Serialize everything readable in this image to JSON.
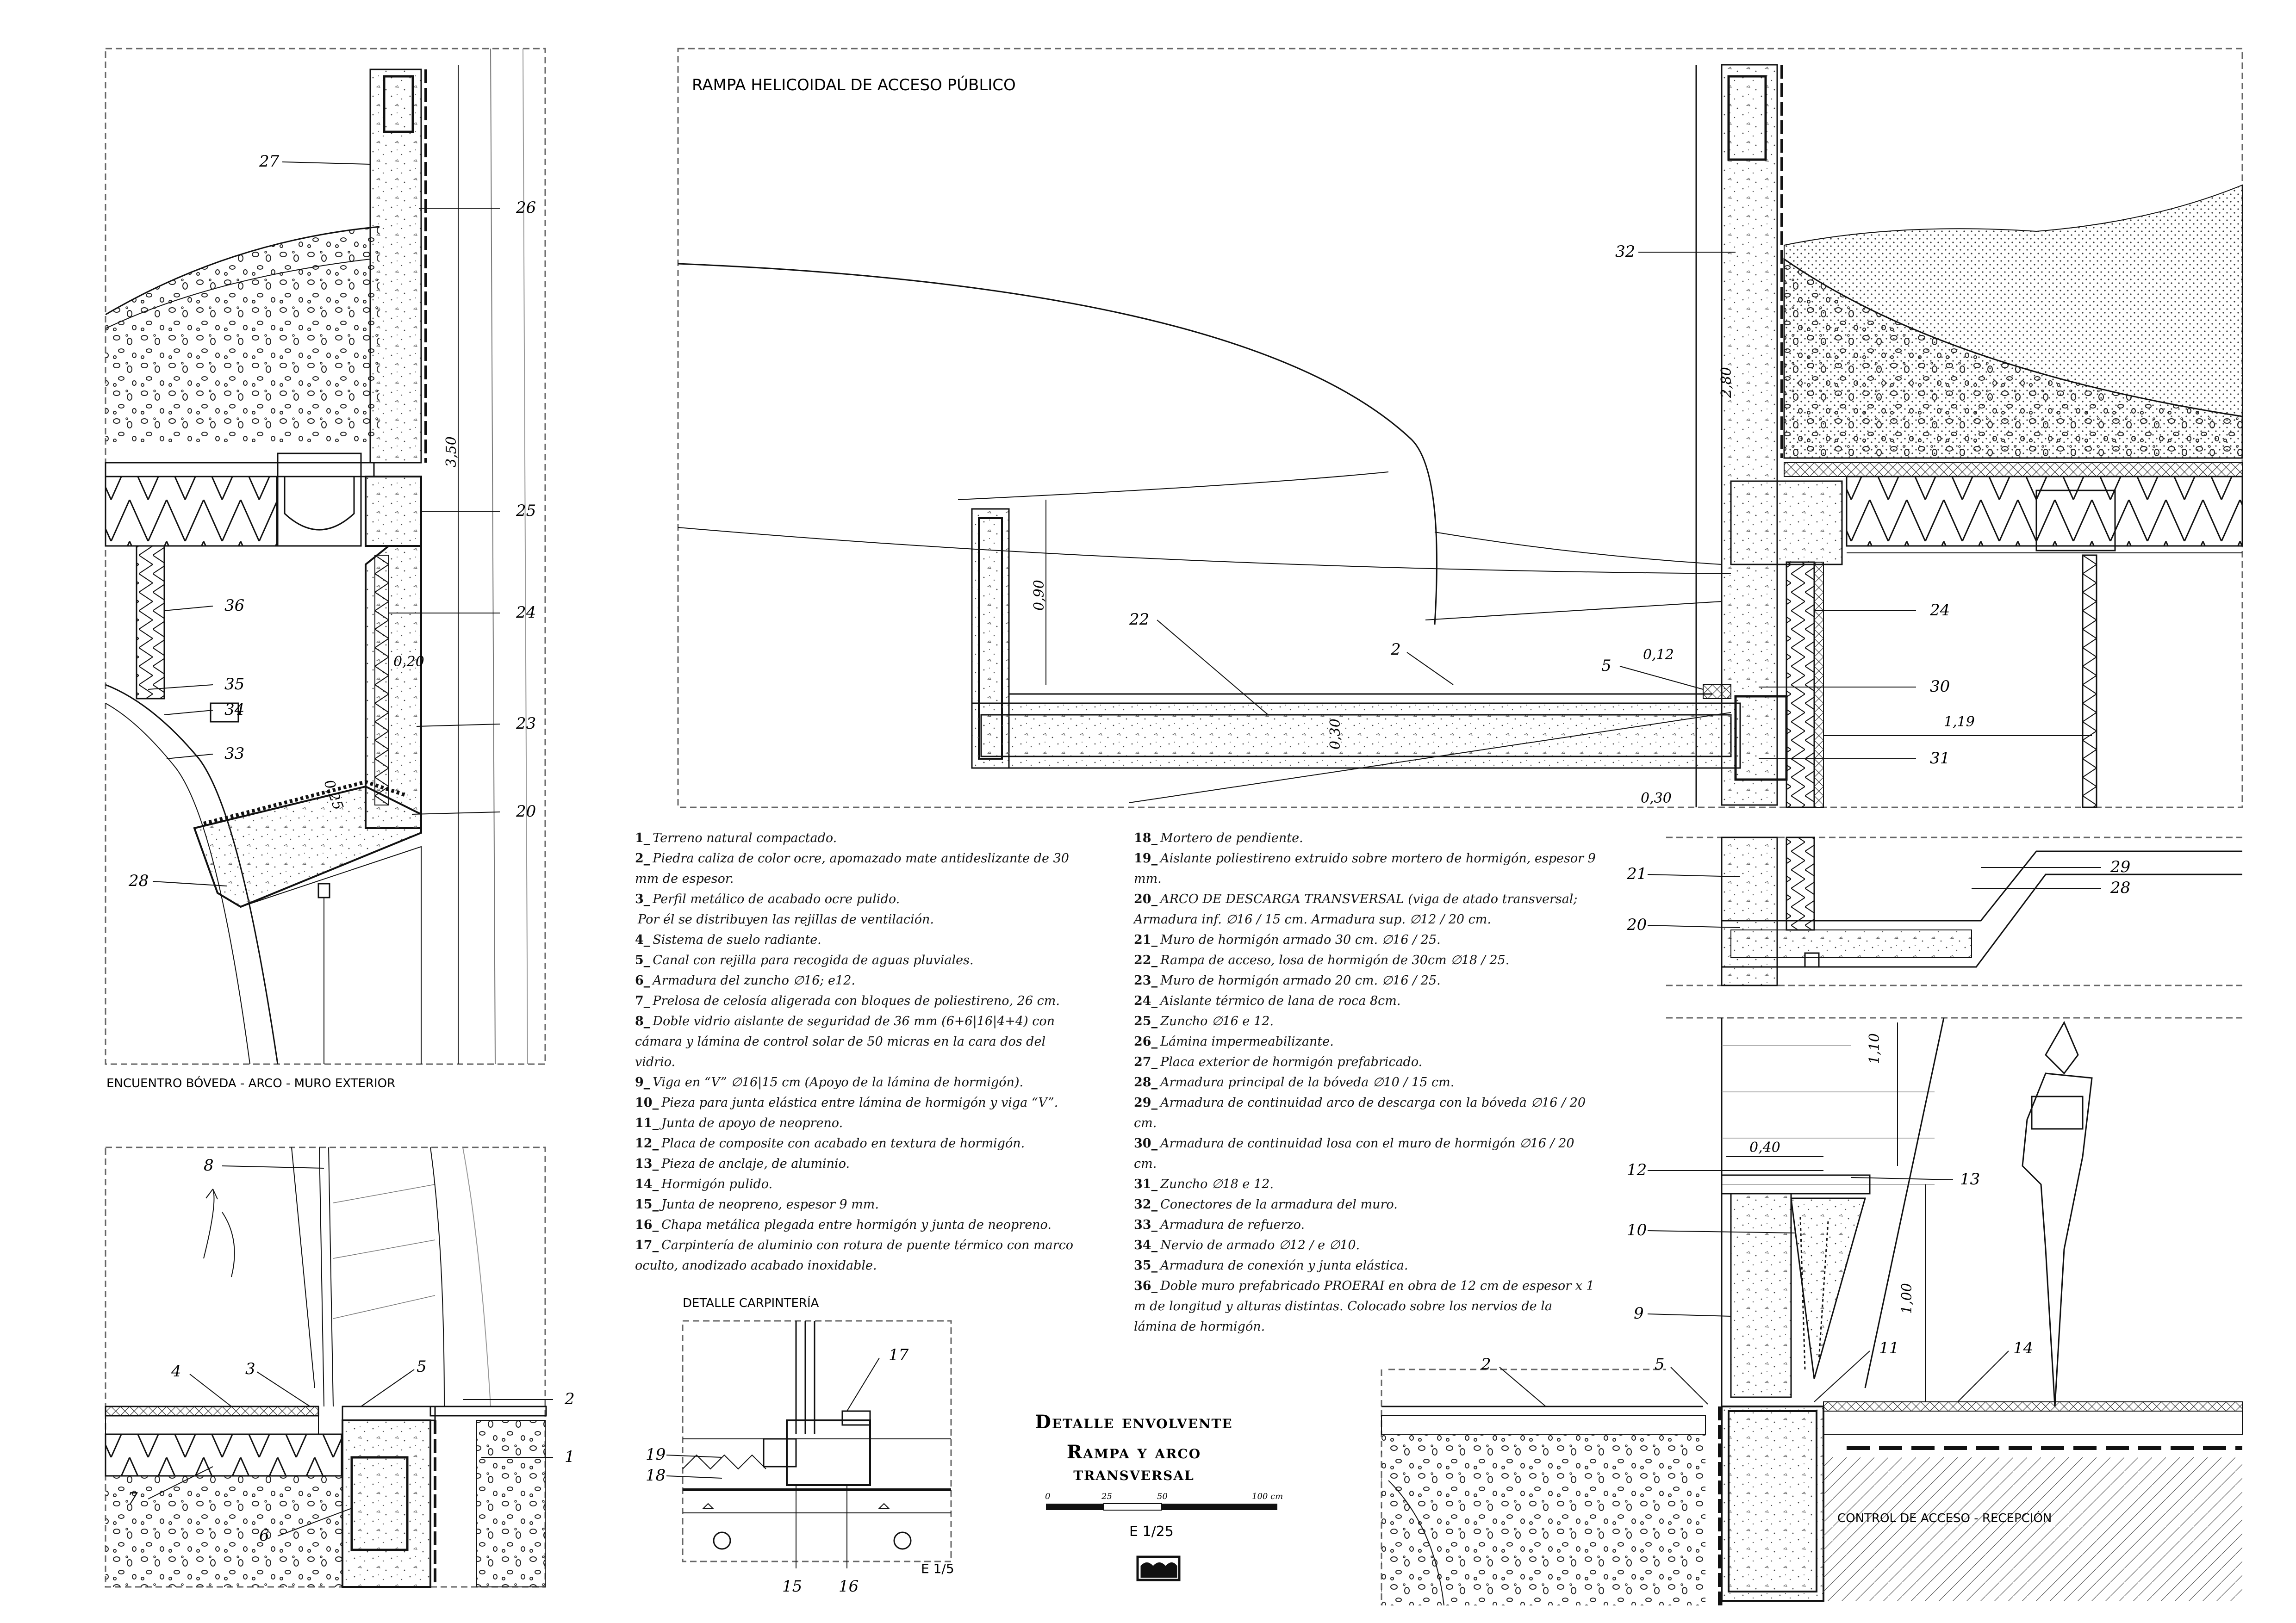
{
  "panels": {
    "top_left": "ENCUENTRO BÓVEDA - ARCO - MURO EXTERIOR",
    "main": "RAMPA HELICOIDAL DE ACCESO PÚBLICO",
    "carpentry": "DETALLE CARPINTERÍA",
    "bottom_right": "CONTROL DE ACCESO - RECEPCIÓN"
  },
  "dimensions": {
    "d350": "3,50",
    "d020": "0,20",
    "d025": "0,25",
    "d280": "2,80",
    "d090": "0,90",
    "d030a": "0,30",
    "d012": "0,12",
    "d119": "1,19",
    "d030b": "0,30",
    "d110": "1,10",
    "d040": "0,40",
    "d100": "1,00"
  },
  "callouts": {
    "c27": "27",
    "c26": "26",
    "c25": "25",
    "c24a": "24",
    "c36": "36",
    "c35": "35",
    "c34": "34",
    "c33": "33",
    "c23": "23",
    "c20a": "20",
    "c28a": "28",
    "c32": "32",
    "c22": "22",
    "c2a": "2",
    "c5a": "5",
    "c24b": "24",
    "c30": "30",
    "c31": "31",
    "c21": "21",
    "c20b": "20",
    "c29": "29",
    "c28b": "28",
    "c12": "12",
    "c13": "13",
    "c10": "10",
    "c9": "9",
    "c11": "11",
    "c14": "14",
    "c2b": "2",
    "c5b": "5",
    "c8": "8",
    "c4": "4",
    "c3": "3",
    "c5c": "5",
    "c2c": "2",
    "c1": "1",
    "c7": "7",
    "c6": "6",
    "c17": "17",
    "c19": "19",
    "c18": "18",
    "c15": "15",
    "c16": "16"
  },
  "legend_left": [
    {
      "num": "1_",
      "text": "Terreno natural compactado."
    },
    {
      "num": "2_",
      "text": "Piedra caliza de color ocre, apomazado mate antideslizante de 30 mm de espesor."
    },
    {
      "num": "3_",
      "text": "Perfil metálico de acabado ocre pulido."
    },
    {
      "num": "",
      "text": "Por él se distribuyen las rejillas de ventilación."
    },
    {
      "num": "4_",
      "text": "Sistema de suelo radiante."
    },
    {
      "num": "5_",
      "text": "Canal con rejilla para recogida de aguas pluviales."
    },
    {
      "num": "6_",
      "text": "Armadura del zuncho ∅16; e12."
    },
    {
      "num": "7_",
      "text": "Prelosa de celosía aligerada con bloques de poliestireno, 26 cm."
    },
    {
      "num": "8_",
      "text": "Doble vidrio aislante de seguridad de 36 mm (6+6|16|4+4) con cámara y lámina de control solar de 50 micras en la cara dos del vidrio."
    },
    {
      "num": "9_",
      "text": "Viga en “V” ∅16|15 cm (Apoyo de la lámina de hormigón)."
    },
    {
      "num": "10_",
      "text": "Pieza para junta elástica entre lámina de hormigón y viga “V”."
    },
    {
      "num": "11_",
      "text": "Junta de apoyo de neopreno."
    },
    {
      "num": "12_",
      "text": "Placa de composite con acabado en textura de hormigón."
    },
    {
      "num": "13_",
      "text": "Pieza de anclaje, de aluminio."
    },
    {
      "num": "14_",
      "text": "Hormigón pulido."
    },
    {
      "num": "15_",
      "text": "Junta de neopreno, espesor 9 mm."
    },
    {
      "num": "16_",
      "text": "Chapa metálica plegada entre hormigón y junta de neopreno."
    },
    {
      "num": "17_",
      "text": "Carpintería de aluminio con rotura de puente térmico con marco oculto, anodizado acabado inoxidable."
    }
  ],
  "legend_right": [
    {
      "num": "18_",
      "text": "Mortero de pendiente."
    },
    {
      "num": "19_",
      "text": "Aislante poliestireno extruido sobre mortero de hormigón, espesor 9 mm."
    },
    {
      "num": "20_",
      "text": "ARCO DE DESCARGA TRANSVERSAL (viga de atado transversal; Armadura inf. ∅16 / 15 cm. Armadura sup. ∅12 / 20 cm."
    },
    {
      "num": "21_",
      "text": "Muro de hormigón armado 30 cm. ∅16 / 25."
    },
    {
      "num": "22_",
      "text": "Rampa de acceso, losa de hormigón de 30cm ∅18 / 25."
    },
    {
      "num": "23_",
      "text": "Muro de hormigón armado 20 cm. ∅16 / 25."
    },
    {
      "num": "24_",
      "text": "Aislante térmico de lana de roca 8cm."
    },
    {
      "num": "25_",
      "text": "Zuncho ∅16 e 12."
    },
    {
      "num": "26_",
      "text": "Lámina impermeabilizante."
    },
    {
      "num": "27_",
      "text": "Placa exterior de hormigón prefabricado."
    },
    {
      "num": "28_",
      "text": "Armadura principal de la bóveda ∅10 / 15 cm."
    },
    {
      "num": "29_",
      "text": "Armadura de continuidad arco de descarga con la bóveda ∅16 / 20 cm."
    },
    {
      "num": "30_",
      "text": "Armadura de continuidad losa con el muro de hormigón ∅16 / 20 cm."
    },
    {
      "num": "31_",
      "text": "Zuncho ∅18 e 12."
    },
    {
      "num": "32_",
      "text": "Conectores de la armadura del muro."
    },
    {
      "num": "33_",
      "text": "Armadura de refuerzo."
    },
    {
      "num": "34_",
      "text": "Nervio de armado ∅12 / e ∅10."
    },
    {
      "num": "35_",
      "text": "Armadura de conexión y junta elástica."
    },
    {
      "num": "36_",
      "text": "Doble muro prefabricado PROERAI en obra de 12 cm de espesor x 1 m de longitud y alturas distintas. Colocado sobre los nervios de la lámina de hormigón."
    }
  ],
  "title_block": {
    "line1": "Detalle envolvente",
    "line2": "Rampa y arco transversal",
    "scale_labels": [
      "0",
      "25",
      "50",
      "100 cm"
    ],
    "scale_main": "E 1/25",
    "scale_carpentry": "E 1/5"
  }
}
